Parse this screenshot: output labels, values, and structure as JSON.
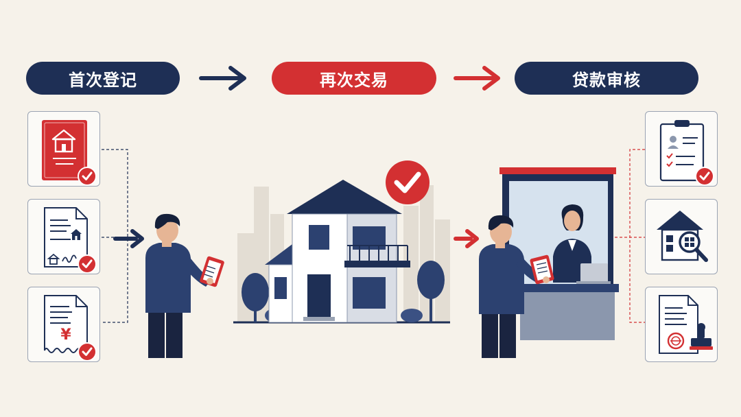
{
  "steps": [
    {
      "label": "首次登记"
    },
    {
      "label": "再次交易"
    },
    {
      "label": "贷款审核"
    }
  ],
  "colors": {
    "navy": "#1e2f55",
    "red": "#d33032",
    "background": "#f6f2ea",
    "card_border": "#9aa3b3"
  },
  "left_cards": [
    {
      "icon": "property-certificate-icon",
      "checked": true
    },
    {
      "icon": "house-deed-document-icon",
      "checked": true
    },
    {
      "icon": "yen-receipt-icon",
      "checked": true
    }
  ],
  "right_cards": [
    {
      "icon": "clipboard-profile-icon",
      "checked": true
    },
    {
      "icon": "house-search-icon",
      "checked": false
    },
    {
      "icon": "stamped-contract-icon",
      "checked": false
    }
  ],
  "currency_symbol": "¥"
}
